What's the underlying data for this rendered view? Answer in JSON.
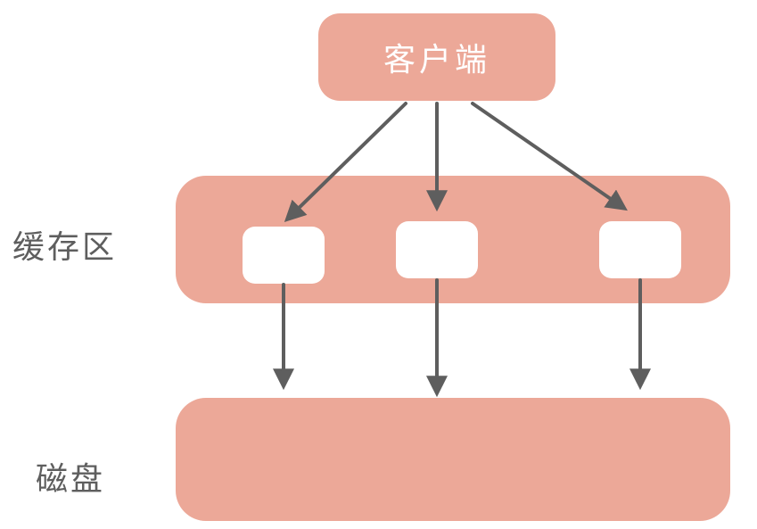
{
  "client": {
    "label": "客户端"
  },
  "cache": {
    "label": "缓存区",
    "slots": 3
  },
  "disk": {
    "label": "磁盘"
  },
  "colors": {
    "box_fill": "#eca898",
    "slot_fill": "#ffffff",
    "arrow": "#5e5e5e",
    "label_text": "#5e5e5e",
    "client_text": "#ffffff"
  },
  "icons": {
    "arrow_head": "arrowhead-icon"
  }
}
